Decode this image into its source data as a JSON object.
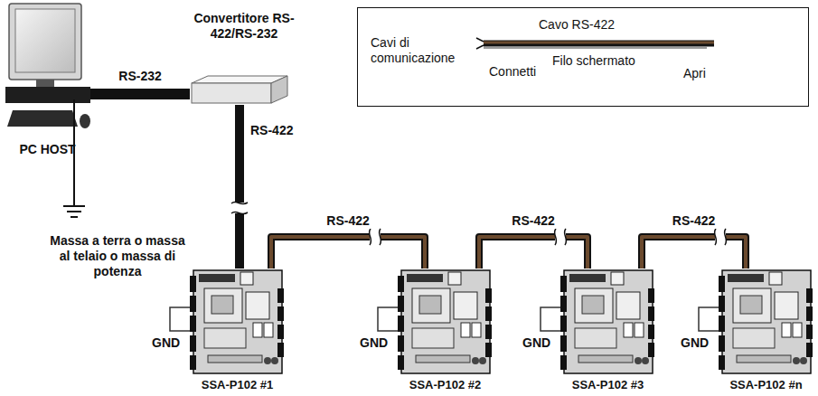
{
  "diagram": {
    "nodes": [
      {
        "text": [
          "PC HOST"
        ]
      },
      {
        "text": [
          "Convertitore RS-422/RS-232"
        ]
      },
      {
        "text": [
          "Cavi di comunicazione",
          "Cavo RS-422",
          "Filo schermato",
          "Connetti",
          "Apri"
        ]
      },
      {
        "text": [
          "SSA-P102 #1"
        ]
      },
      {
        "text": [
          "SSA-P102 #2"
        ]
      },
      {
        "text": [
          "SSA-P102 #3"
        ]
      },
      {
        "text": [
          "SSA-P102 #n"
        ]
      }
    ],
    "edges": [
      {
        "from": 0,
        "to": 1,
        "arrow": "none",
        "label": "RS-232"
      },
      {
        "from": 1,
        "to": 3,
        "arrow": "none",
        "label": "RS-422"
      },
      {
        "from": 3,
        "to": 4,
        "arrow": "none",
        "label": "RS-422"
      },
      {
        "from": 4,
        "to": 5,
        "arrow": "none",
        "label": "RS-422"
      },
      {
        "from": 5,
        "to": 6,
        "arrow": "none",
        "label": "RS-422"
      }
    ],
    "labels": [
      "Massa a terra o massa al telaio o massa di potenza",
      "GND",
      "GND",
      "GND",
      "GND"
    ]
  }
}
